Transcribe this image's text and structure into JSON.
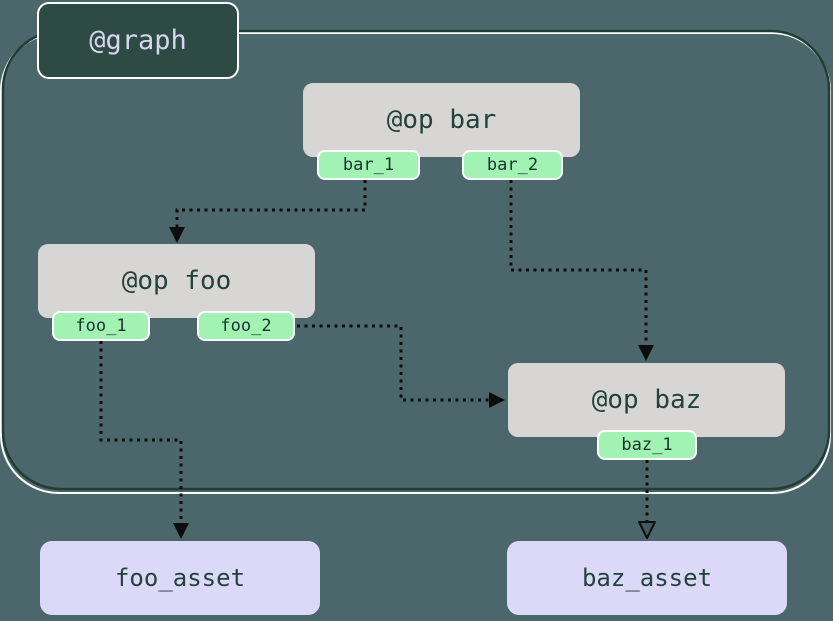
{
  "diagram": {
    "type": "dag",
    "graph": {
      "label": "@graph"
    },
    "ops": [
      {
        "id": "bar",
        "label": "@op bar",
        "outputs": [
          {
            "label": "bar_1"
          },
          {
            "label": "bar_2"
          }
        ]
      },
      {
        "id": "foo",
        "label": "@op foo",
        "outputs": [
          {
            "label": "foo_1"
          },
          {
            "label": "foo_2"
          }
        ]
      },
      {
        "id": "baz",
        "label": "@op baz",
        "outputs": [
          {
            "label": "baz_1"
          }
        ]
      }
    ],
    "assets": [
      {
        "label": "foo_asset"
      },
      {
        "label": "baz_asset"
      }
    ],
    "edges": [
      {
        "from": "bar_1",
        "to": "op foo",
        "style": "dotted"
      },
      {
        "from": "bar_2",
        "to": "op baz",
        "style": "dotted"
      },
      {
        "from": "foo_2",
        "to": "op baz",
        "style": "dotted"
      },
      {
        "from": "foo_1",
        "to": "foo_asset",
        "style": "dotted"
      },
      {
        "from": "baz_1",
        "to": "baz_asset",
        "style": "dotted"
      }
    ],
    "colors": {
      "background": "#4C676B",
      "graph_fill": "#2D4B43",
      "graph_text": "#D8D5F2",
      "container_stroke": "#203D36",
      "container_outline": "#FFFFFF",
      "op_fill": "#D8D6D4",
      "handle_fill": "#A2F2B4",
      "asset_fill": "#DCD9F8",
      "dark_text": "#22423C",
      "edge": "#0D0D0D"
    }
  }
}
